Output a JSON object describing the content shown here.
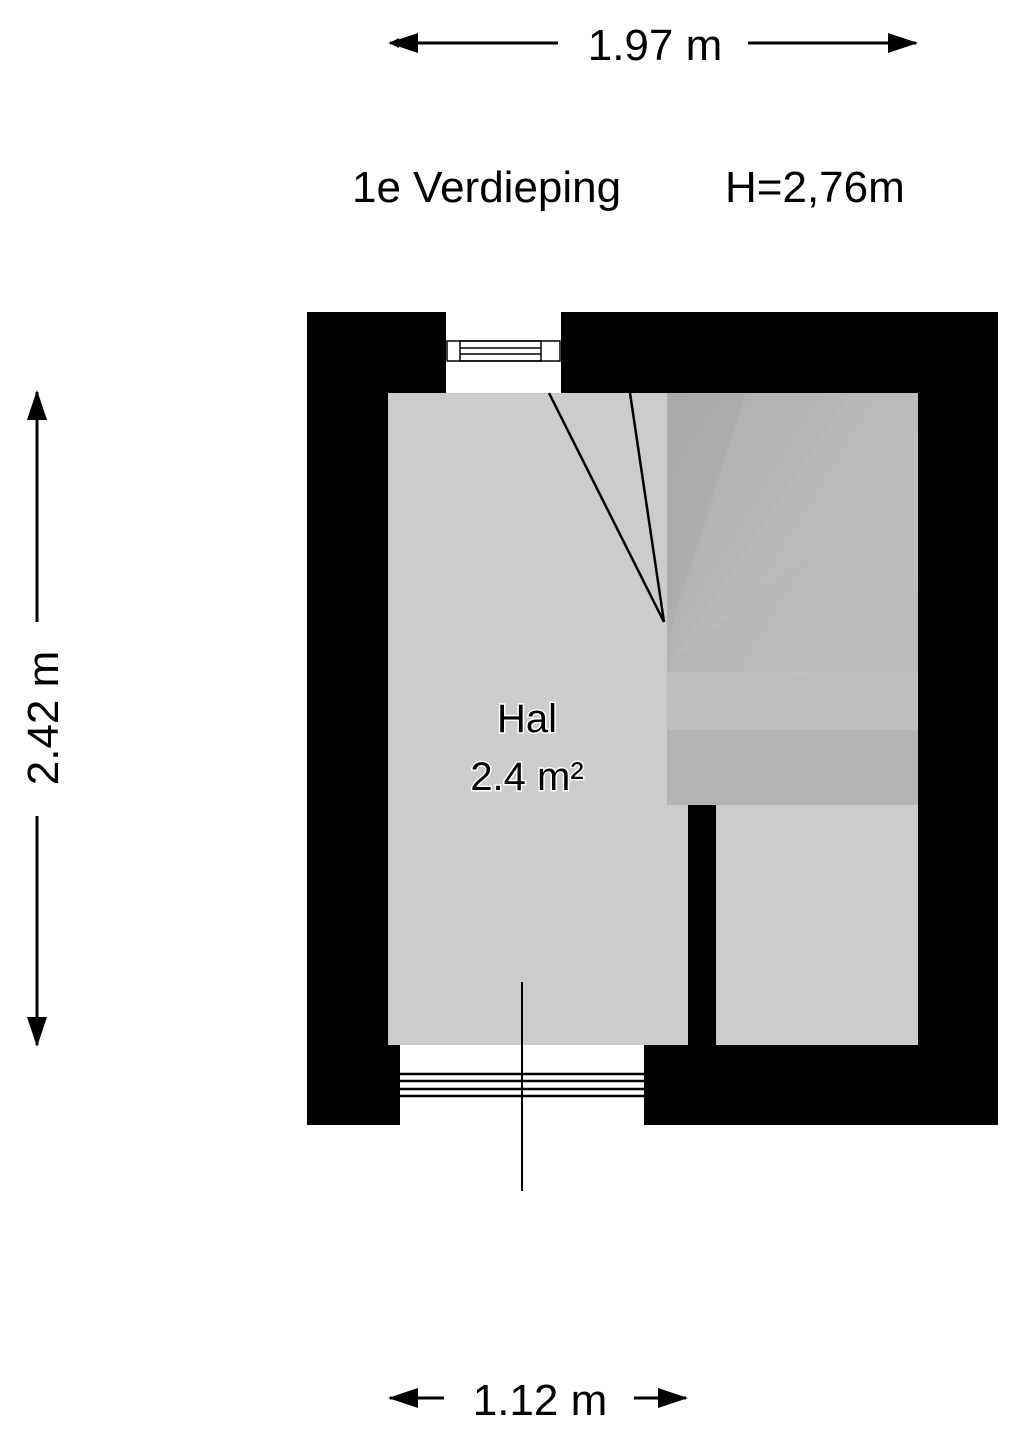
{
  "floor": {
    "title": "1e Verdieping",
    "height": "H=2,76m"
  },
  "dimensions": {
    "top_width": "1.97 m",
    "left_height": "2.42 m",
    "bottom_width": "1.12 m"
  },
  "rooms": [
    {
      "name": "Hal",
      "area": "2.4 m²"
    }
  ],
  "colors": {
    "wall": "#000000",
    "floor": "#cccccc",
    "stairs": "#b4b4b4"
  }
}
